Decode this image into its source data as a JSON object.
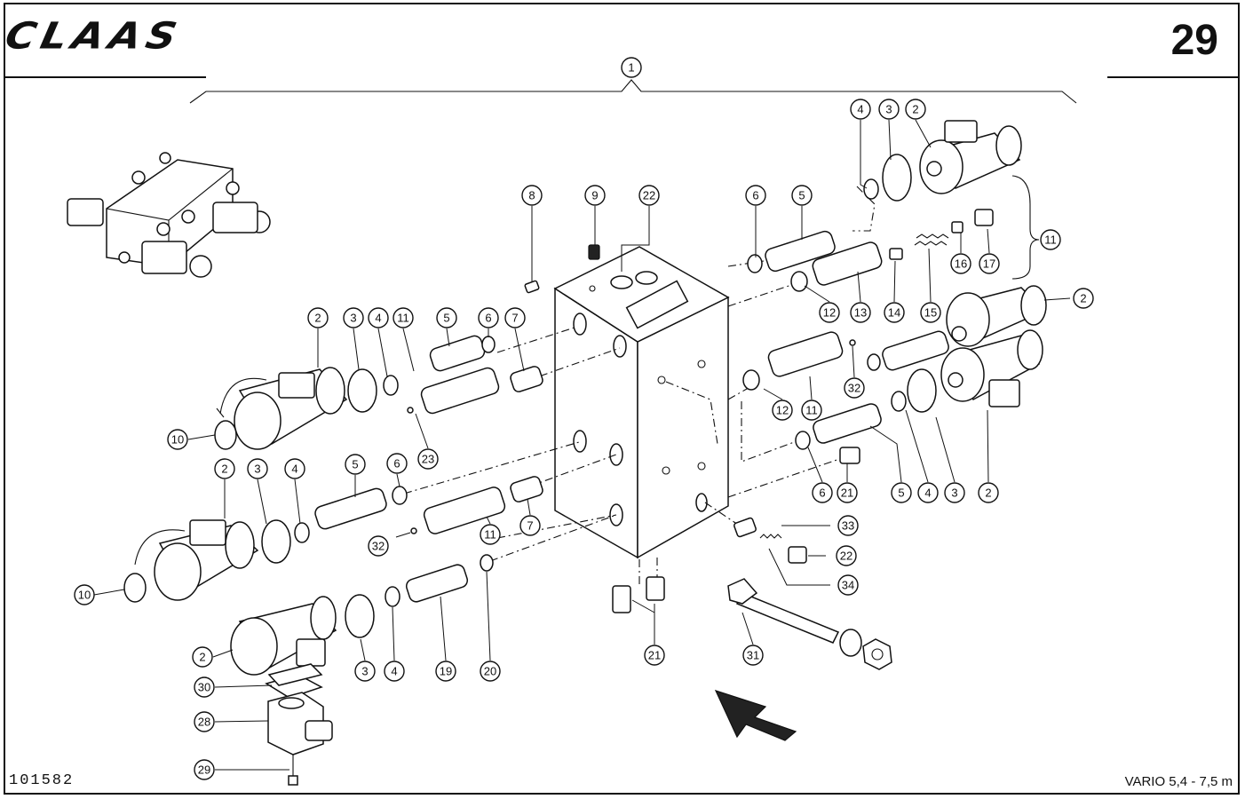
{
  "header": {
    "brand": "CLAAS",
    "page_number": "29"
  },
  "footer": {
    "drawing_number": "101582",
    "model": "VARIO 5,4 - 7,5 m"
  },
  "callouts": [
    {
      "label": "1"
    },
    {
      "label": "4"
    },
    {
      "label": "3"
    },
    {
      "label": "2"
    },
    {
      "label": "8"
    },
    {
      "label": "9"
    },
    {
      "label": "22"
    },
    {
      "label": "6"
    },
    {
      "label": "5"
    },
    {
      "label": "11"
    },
    {
      "label": "16"
    },
    {
      "label": "17"
    },
    {
      "label": "2"
    },
    {
      "label": "12"
    },
    {
      "label": "13"
    },
    {
      "label": "14"
    },
    {
      "label": "15"
    },
    {
      "label": "2"
    },
    {
      "label": "3"
    },
    {
      "label": "4"
    },
    {
      "label": "11"
    },
    {
      "label": "5"
    },
    {
      "label": "6"
    },
    {
      "label": "7"
    },
    {
      "label": "12"
    },
    {
      "label": "11"
    },
    {
      "label": "32"
    },
    {
      "label": "10"
    },
    {
      "label": "23"
    },
    {
      "label": "2"
    },
    {
      "label": "3"
    },
    {
      "label": "4"
    },
    {
      "label": "5"
    },
    {
      "label": "6"
    },
    {
      "label": "6"
    },
    {
      "label": "21"
    },
    {
      "label": "5"
    },
    {
      "label": "4"
    },
    {
      "label": "3"
    },
    {
      "label": "2"
    },
    {
      "label": "32"
    },
    {
      "label": "11"
    },
    {
      "label": "7"
    },
    {
      "label": "33"
    },
    {
      "label": "22"
    },
    {
      "label": "34"
    },
    {
      "label": "10"
    },
    {
      "label": "2"
    },
    {
      "label": "3"
    },
    {
      "label": "4"
    },
    {
      "label": "19"
    },
    {
      "label": "20"
    },
    {
      "label": "21"
    },
    {
      "label": "31"
    },
    {
      "label": "30"
    },
    {
      "label": "28"
    },
    {
      "label": "29"
    }
  ],
  "colors": {
    "ink": "#111111",
    "paper": "#ffffff"
  }
}
